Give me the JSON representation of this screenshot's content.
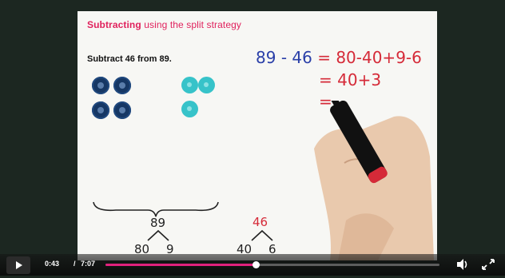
{
  "slide": {
    "title_bold": "Subtracting",
    "title_rest": " using the split strategy",
    "task": "Subtract 46 from 89."
  },
  "equation": {
    "lhs_a": "89",
    "minus": "-",
    "lhs_b": "46",
    "line1": "= 80-40+9-6",
    "line2": "= 40+3",
    "line3": "="
  },
  "split": {
    "left_number": "89",
    "left_parts": [
      "80",
      "9"
    ],
    "right_number": "46",
    "right_parts": [
      "40",
      "6"
    ]
  },
  "player": {
    "current_time": "0:43",
    "separator": "/",
    "duration": "7:07",
    "progress": 0.45
  },
  "colors": {
    "title": "#e0225d",
    "blue_ink": "#2a3fa8",
    "red_ink": "#d52a38",
    "progress": "#e2217d"
  },
  "icons": [
    "play-icon",
    "volume-icon",
    "fullscreen-icon"
  ]
}
